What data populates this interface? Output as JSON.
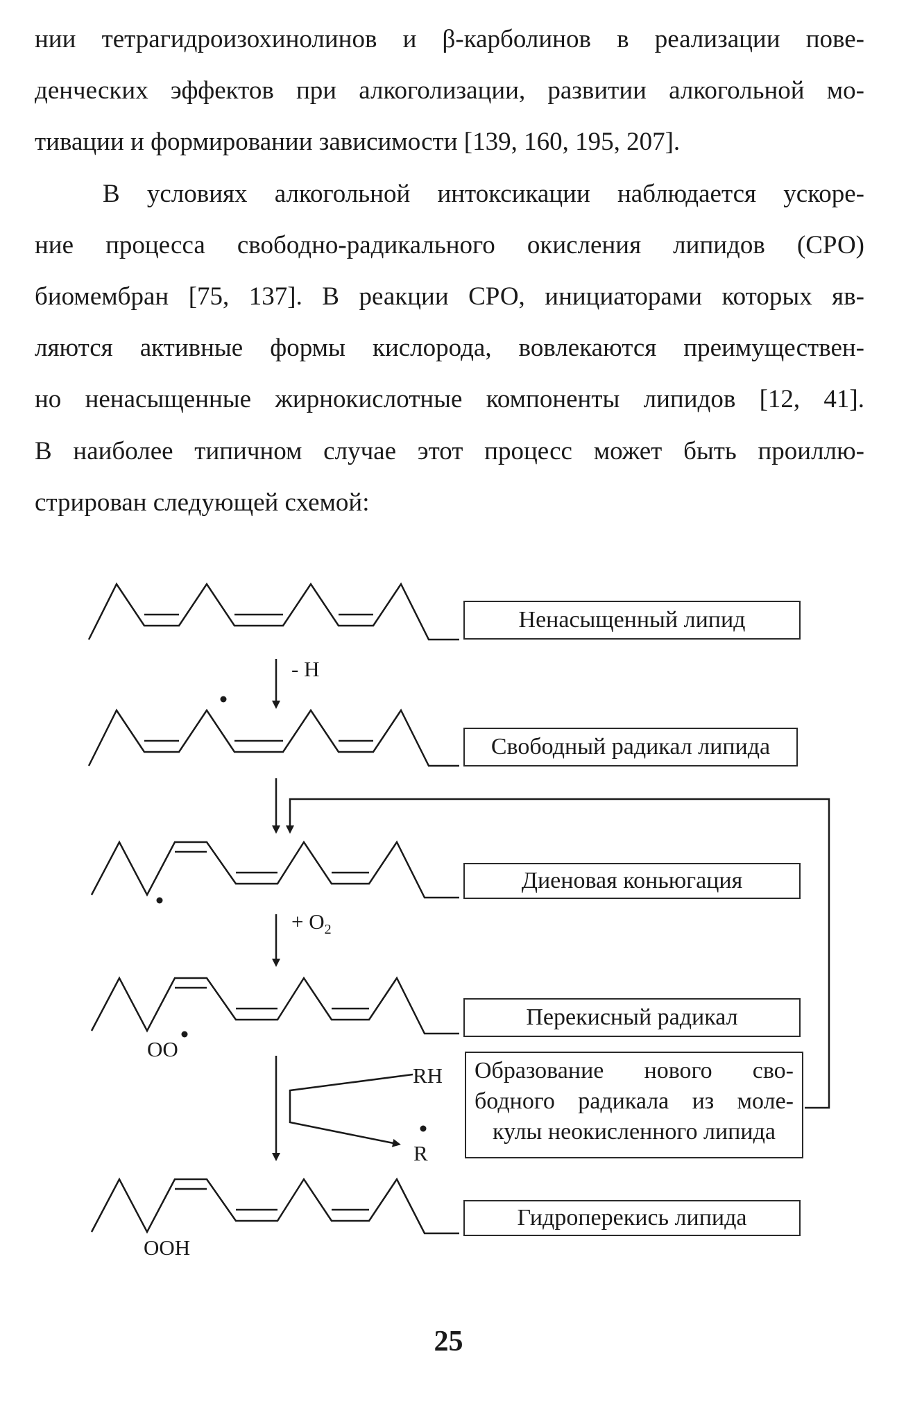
{
  "body_text": {
    "p1_lines": [
      "нии тетрагидроизохинолинов и β-карболинов в реализации пове-",
      "денческих эффектов при алкоголизации, развитии алкогольной мо-",
      "тивации и формировании зависимости [139, 160, 195, 207]."
    ],
    "p2_lines": [
      "В условиях алкогольной интоксикации наблюдается ускоре-",
      "ние процесса свободно-радикального окисления липидов (СРО)",
      "биомембран [75, 137]. В реакции СРО, инициаторами которых яв-",
      "ляются активные формы кислорода, вовлекаются преимуществен-",
      "но ненасыщенные жирнокислотные компоненты липидов [12, 41].",
      "В наиболее типичном случае этот процесс может быть проиллю-",
      "стрирован следующей схемой:"
    ]
  },
  "scheme": {
    "stages": [
      "Ненасыщенный липид",
      "Свободный радикал липида",
      "Диеновая коньюгация",
      "Перекисный радикал",
      "Гидроперекись липида"
    ],
    "new_radical_box": [
      "Образование нового сво-",
      "бодного радикала из моле-",
      "кулы неокисленного липида"
    ],
    "arrow_labels": {
      "minus_h": "- H",
      "plus_o2_prefix": "+ O",
      "plus_o2_sub": "2"
    },
    "molecule_labels": {
      "peroxy": "OO",
      "hydroperoxide": "OOH",
      "rh": "RH",
      "r": "R"
    }
  },
  "page_number": "25"
}
